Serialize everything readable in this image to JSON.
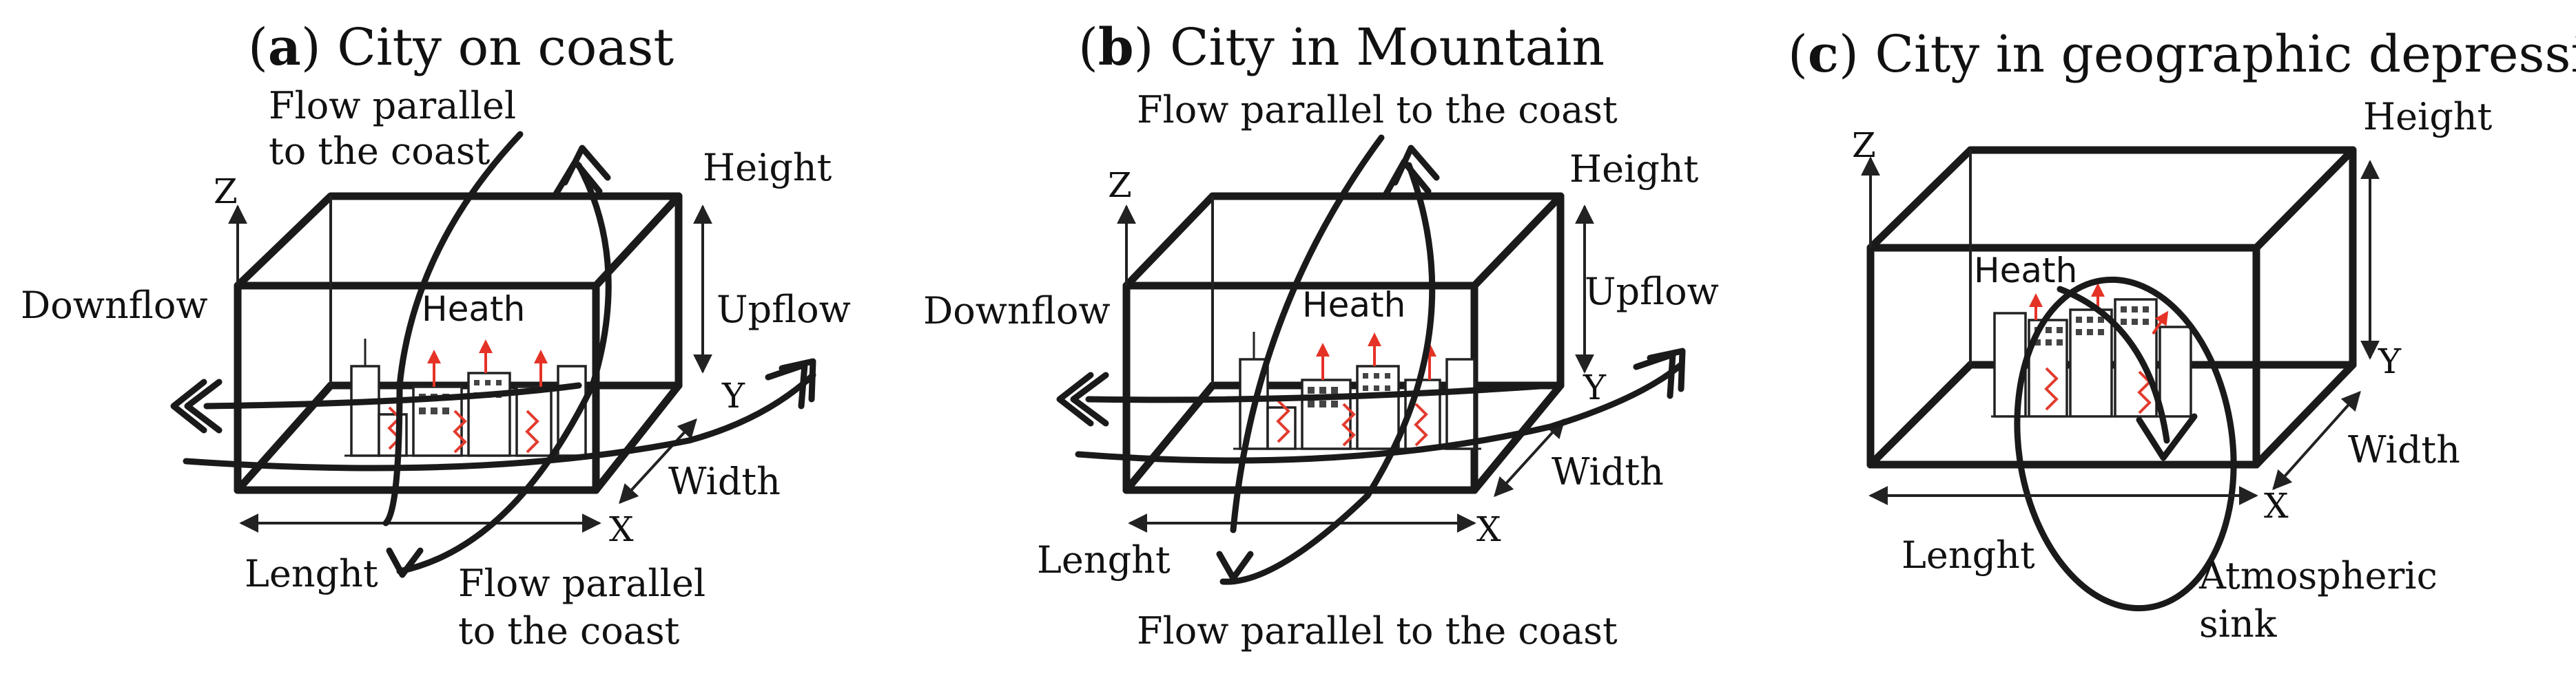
{
  "panels": [
    {
      "letter": "a",
      "title": "City on coast",
      "labels": {
        "top_flow_line1": "Flow parallel",
        "top_flow_line2": "to the coast",
        "height": "Height",
        "z": "Z",
        "downflow": "Downflow",
        "heat": "Heath",
        "upflow": "Upflow",
        "y": "Y",
        "width": "Width",
        "x": "X",
        "length": "Lenght",
        "bottom_flow_line1": "Flow parallel",
        "bottom_flow_line2": "to the coast"
      }
    },
    {
      "letter": "b",
      "title": "City in Mountain",
      "labels": {
        "top_flow": "Flow parallel to the coast",
        "height": "Height",
        "z": "Z",
        "downflow": "Downflow",
        "heat": "Heath",
        "upflow": "Upflow",
        "y": "Y",
        "width": "Width",
        "x": "X",
        "length": "Lenght",
        "bottom_flow": "Flow parallel to the coast"
      }
    },
    {
      "letter": "c",
      "title": "City in geographic depression",
      "labels": {
        "height": "Height",
        "z": "Z",
        "heat": "Heath",
        "y": "Y",
        "width": "Width",
        "x": "X",
        "length": "Lenght",
        "sink_line1": "Atmospheric",
        "sink_line2": "sink"
      }
    }
  ],
  "colors": {
    "stroke": "#1a1a1a",
    "heat_arrow": "#e53226",
    "background": "#ffffff"
  }
}
